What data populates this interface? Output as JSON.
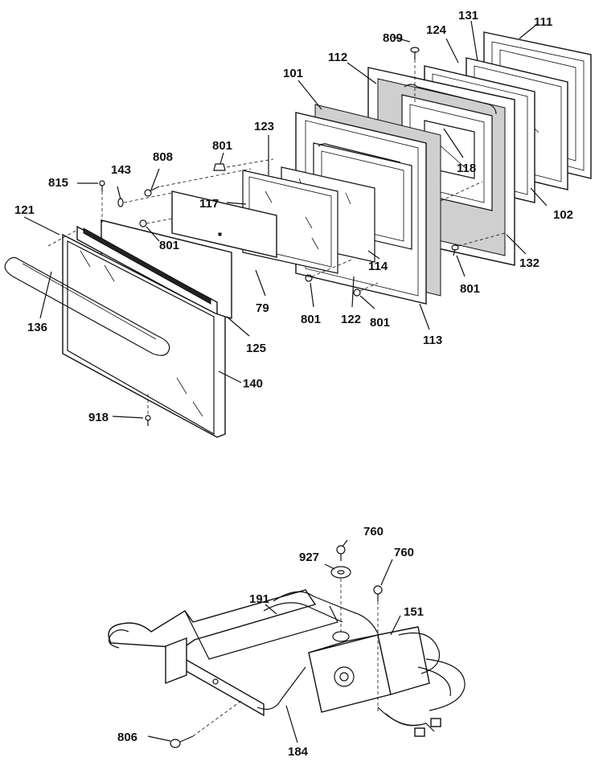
{
  "diagram": {
    "labels": {
      "p111": "111",
      "p131": "131",
      "p809": "809",
      "p124": "124",
      "p112": "112",
      "p101": "101",
      "p118": "118",
      "p102": "102",
      "p123": "123",
      "p801a": "801",
      "p808": "808",
      "p117": "117",
      "p143": "143",
      "p815": "815",
      "p121": "121",
      "p801b": "801",
      "p114": "114",
      "p132": "132",
      "p801c": "801",
      "p79": "79",
      "p801d": "801",
      "p122": "122",
      "p801e": "801",
      "p136": "136",
      "p125": "125",
      "p113": "113",
      "p140": "140",
      "p918": "918",
      "p760a": "760",
      "p927": "927",
      "p760b": "760",
      "p191": "191",
      "p151": "151",
      "p806": "806",
      "p184": "184"
    }
  }
}
